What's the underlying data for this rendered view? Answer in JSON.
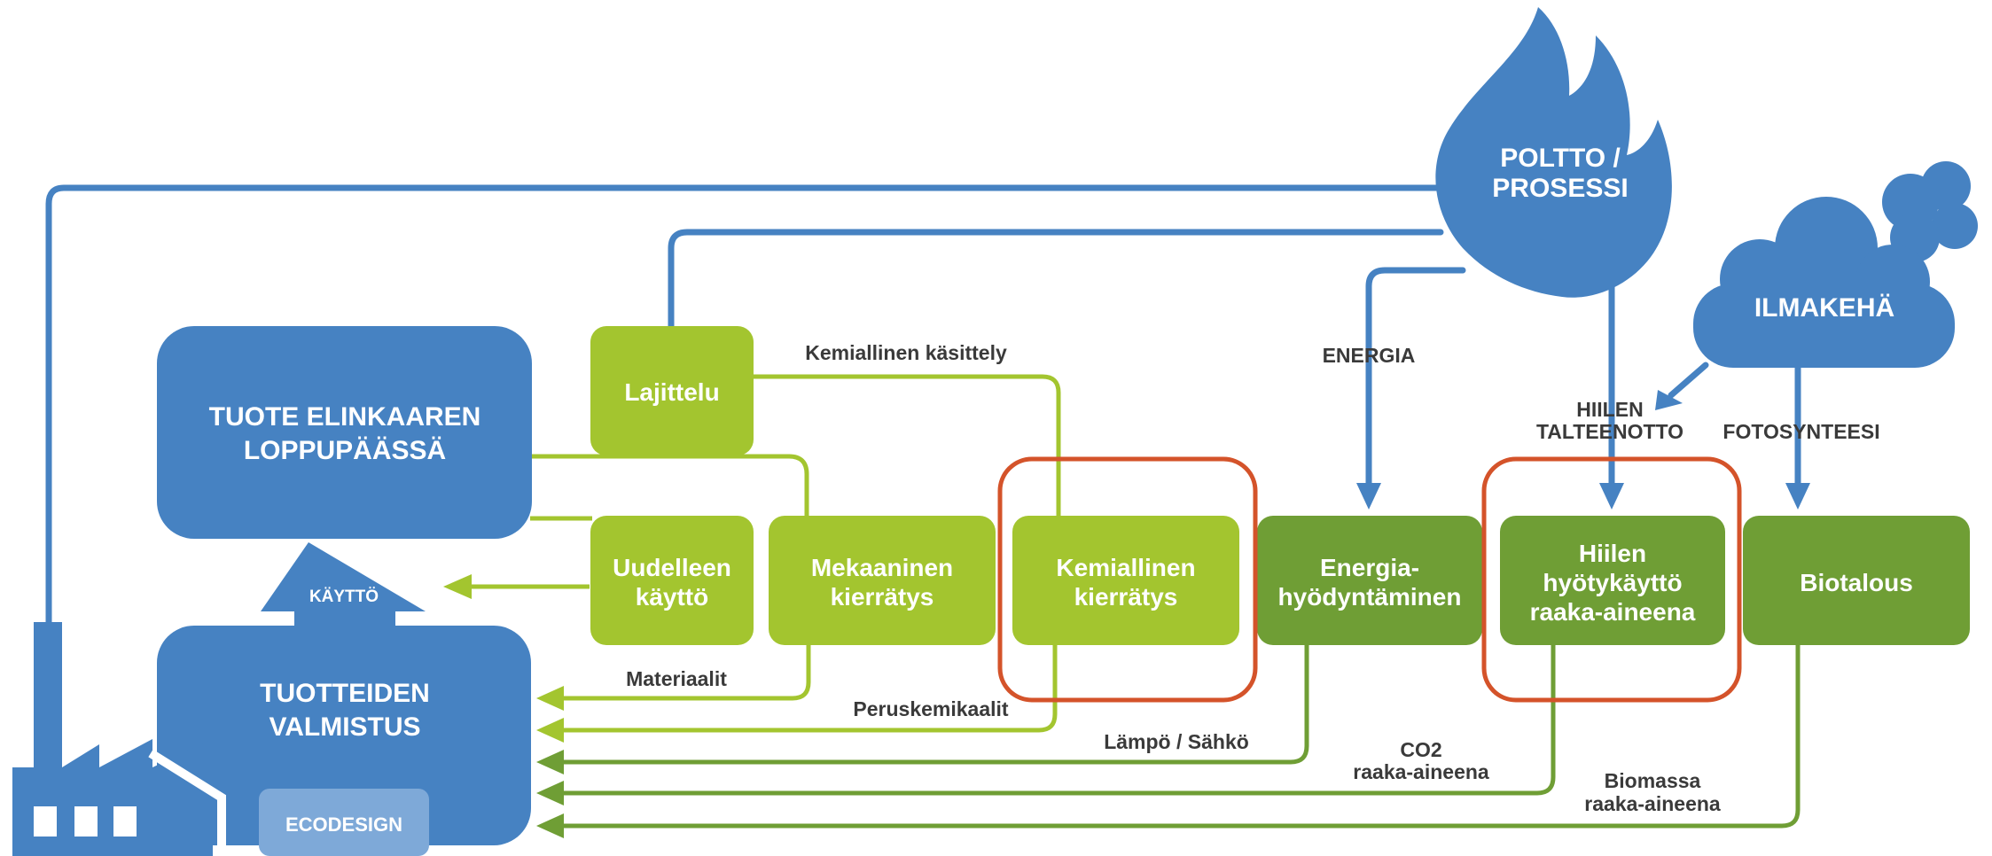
{
  "colors": {
    "blue": "#4682c2",
    "blue_light": "#7ea9d8",
    "light_green": "#a3c52f",
    "dark_green": "#6f9e35",
    "red_outline": "#d4532a",
    "text_dark": "#3a3a3a",
    "white": "#ffffff"
  },
  "diagram": {
    "nodes": {
      "end_of_life": {
        "line1": "TUOTE ELINKAAREN",
        "line2": "LOPPUPÄÄSSÄ"
      },
      "manufacturing": {
        "line1": "TUOTTEIDEN",
        "line2": "VALMISTUS"
      },
      "ecodesign": "ECODESIGN",
      "use": "KÄYTTÖ",
      "sorting": "Lajittelu",
      "reuse": {
        "line1": "Uudelleen",
        "line2": "käyttö"
      },
      "mechanical": {
        "line1": "Mekaaninen",
        "line2": "kierrätys"
      },
      "chemical": {
        "line1": "Kemiallinen",
        "line2": "kierrätys"
      },
      "energy_use": {
        "line1": "Energia-",
        "line2": "hyödyntäminen"
      },
      "carbon_use": {
        "line1": "Hiilen",
        "line2": "hyötykäyttö",
        "line3": "raaka-aineena"
      },
      "bioeconomy": "Biotalous",
      "combustion": {
        "line1": "POLTTO /",
        "line2": "PROSESSI"
      },
      "atmosphere": "ILMAKEHÄ"
    },
    "edge_labels": {
      "chemical_treatment": "Kemiallinen käsittely",
      "energy": "ENERGIA",
      "carbon_capture": {
        "line1": "HIILEN",
        "line2": "TALTEENOTTO"
      },
      "photosynthesis": "FOTOSYNTEESI",
      "materials": "Materiaalit",
      "base_chemicals": "Peruskemikaalit",
      "heat_power": "Lämpö / Sähkö",
      "co2_feedstock": {
        "line1": "CO2",
        "line2": "raaka-aineena"
      },
      "biomass_feedstock": {
        "line1": "Biomassa",
        "line2": "raaka-aineena"
      }
    },
    "icons": {
      "factory": "factory-icon",
      "flame": "flame-icon",
      "cloud": "cloud-icon"
    }
  }
}
